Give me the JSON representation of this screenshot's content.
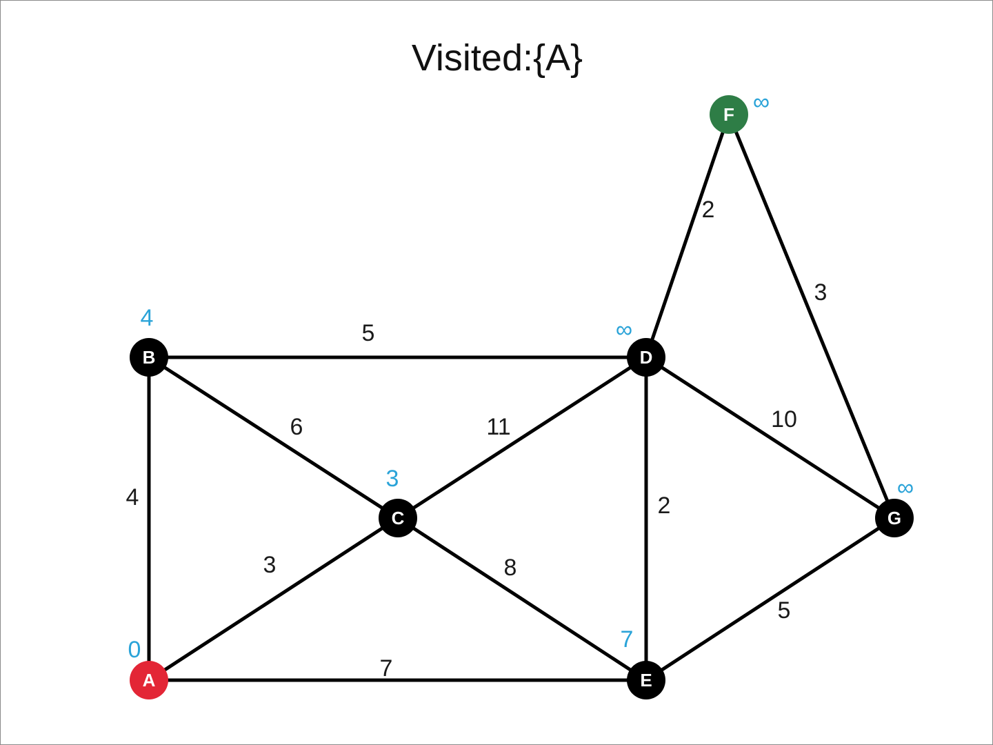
{
  "title": "Visited:{A}",
  "colors": {
    "edge": "#000000",
    "node_default": "#000000",
    "node_source": "#e32636",
    "node_current": "#2e7d46",
    "distance_label": "#2aa3d8",
    "weight_label": "#1a1a1a",
    "node_text": "#ffffff"
  },
  "nodes": [
    {
      "id": "A",
      "label": "A",
      "distance": "0",
      "state": "source"
    },
    {
      "id": "B",
      "label": "B",
      "distance": "4",
      "state": "default"
    },
    {
      "id": "C",
      "label": "C",
      "distance": "3",
      "state": "default"
    },
    {
      "id": "D",
      "label": "D",
      "distance": "∞",
      "state": "default"
    },
    {
      "id": "E",
      "label": "E",
      "distance": "7",
      "state": "default"
    },
    {
      "id": "F",
      "label": "F",
      "distance": "∞",
      "state": "current"
    },
    {
      "id": "G",
      "label": "G",
      "distance": "∞",
      "state": "default"
    }
  ],
  "edges": [
    {
      "from": "A",
      "to": "B",
      "weight": "4"
    },
    {
      "from": "A",
      "to": "C",
      "weight": "3"
    },
    {
      "from": "A",
      "to": "E",
      "weight": "7"
    },
    {
      "from": "B",
      "to": "C",
      "weight": "6"
    },
    {
      "from": "B",
      "to": "D",
      "weight": "5"
    },
    {
      "from": "C",
      "to": "D",
      "weight": "11"
    },
    {
      "from": "C",
      "to": "E",
      "weight": "8"
    },
    {
      "from": "D",
      "to": "E",
      "weight": "2"
    },
    {
      "from": "D",
      "to": "F",
      "weight": "2"
    },
    {
      "from": "D",
      "to": "G",
      "weight": "10"
    },
    {
      "from": "F",
      "to": "G",
      "weight": "3"
    },
    {
      "from": "E",
      "to": "G",
      "weight": "5"
    }
  ]
}
